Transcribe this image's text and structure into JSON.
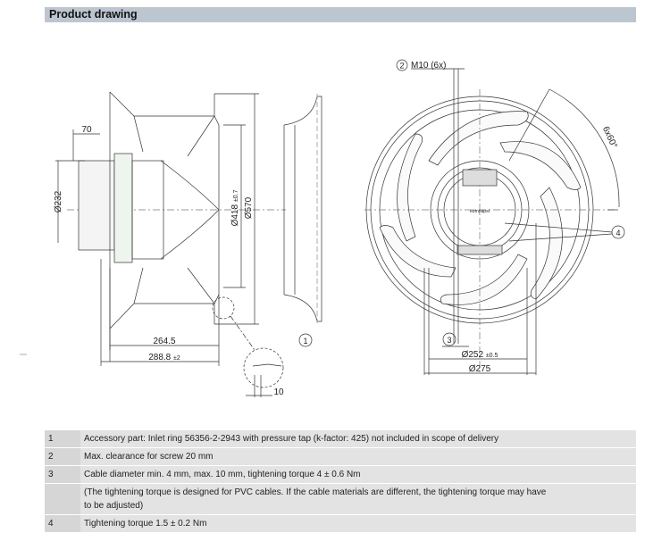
{
  "header": {
    "title": "Product drawing"
  },
  "drawing": {
    "side_view": {
      "dia_motor": "Ø232",
      "len_70": "70",
      "dia_418": "Ø418",
      "tol_418": "±0.7",
      "dia_570": "Ø570",
      "len_264": "264.5",
      "len_288": "288.8",
      "tol_288": "±2",
      "len_10": "10",
      "callout_1": "1"
    },
    "front_view": {
      "callout_2": "2",
      "m10": "M10 (6x)",
      "angle": "6x60°",
      "callout_4": "4",
      "callout_3": "3",
      "dia_252": "Ø252",
      "tol_252": "±0.5",
      "dia_275": "Ø275",
      "brand": "ebmpapst"
    }
  },
  "notes": [
    {
      "num": "1",
      "text": "Accessory part: Inlet ring 56356-2-2943 with pressure tap (k-factor: 425) not included in scope of delivery"
    },
    {
      "num": "2",
      "text": "Max. clearance for screw 20 mm"
    },
    {
      "num": "3",
      "text": "Cable diameter min. 4 mm, max. 10 mm, tightening torque 4 ± 0.6 Nm"
    },
    {
      "num": "",
      "text": "(The tightening torque is designed for PVC cables. If the cable materials are different, the tightening torque may have to be adjusted)"
    },
    {
      "num": "4",
      "text": "Tightening torque 1.5 ± 0.2 Nm"
    }
  ]
}
